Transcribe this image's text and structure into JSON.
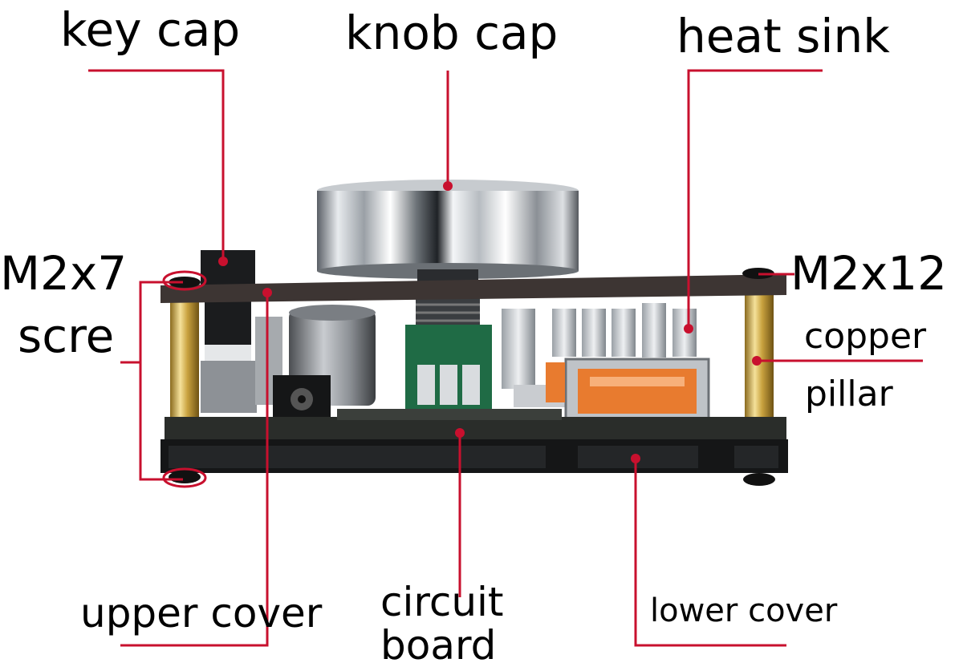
{
  "labels": {
    "key_cap": "key cap",
    "knob_cap": "knob cap",
    "heat_sink": "heat sink",
    "m2x7_line1": "M2x7",
    "m2x7_line2": "scre",
    "m2x12": "M2x12",
    "copper_line1": "copper",
    "copper_line2": "pillar",
    "upper_cover": "upper cover",
    "circuit_line1": "circuit",
    "circuit_line2": "board",
    "lower_cover": "lower cover"
  },
  "colors": {
    "leader_line": "#c8102e",
    "background": "#ffffff",
    "text": "#000000"
  }
}
